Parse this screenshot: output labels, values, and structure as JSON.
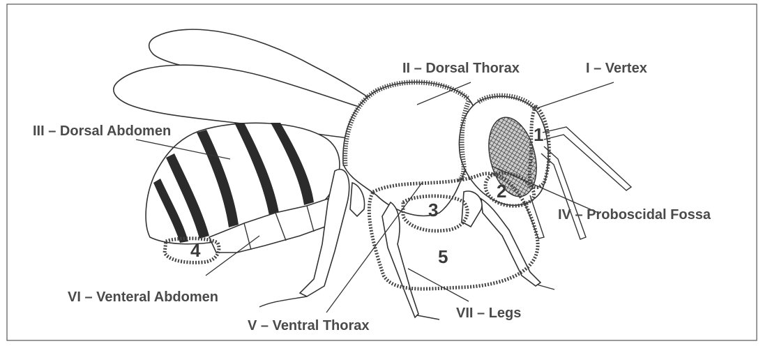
{
  "labels": {
    "vertex": "I – Vertex",
    "dorsal_thorax": "II – Dorsal Thorax",
    "dorsal_abdomen": "III – Dorsal Abdomen",
    "proboscidal_fossa": "IV – Proboscidal Fossa",
    "ventral_thorax": "V – Ventral Thorax",
    "venteral_abdomen": "VI – Venteral Abdomen",
    "legs": "VII – Legs"
  },
  "region_numbers": {
    "n1": "1",
    "n2": "2",
    "n3": "3",
    "n4": "4",
    "n5": "5"
  }
}
